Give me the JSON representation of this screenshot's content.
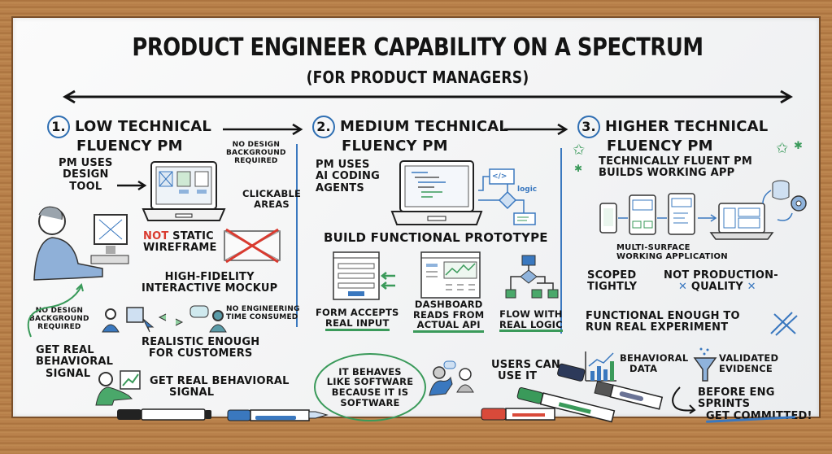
{
  "title": "Product Engineer Capability on a Spectrum",
  "subtitle": "(For Product Managers)",
  "colors": {
    "ink": "#141414",
    "blue": "#2f6fb3",
    "green": "#3a9a5a",
    "red": "#d93a2f",
    "frame_wood": "#b9834e",
    "board": "#f4f5f6"
  },
  "sections": [
    {
      "number": "1.",
      "heading_line1": "Low Technical",
      "heading_line2": "Fluency PM",
      "pm_uses": [
        "PM uses",
        "design",
        "tool"
      ],
      "callout_no_design": [
        "No design",
        "background",
        "required"
      ],
      "callout_clickable": [
        "Clickable",
        "areas"
      ],
      "not_label": "Not",
      "static_wireframe": [
        "static",
        "wireframe"
      ],
      "mockup": [
        "High-fidelity",
        "interactive mockup"
      ],
      "no_design_left": [
        "No design",
        "background",
        "required"
      ],
      "no_engineering": [
        "No engineering",
        "time consumed"
      ],
      "get_signal_left": [
        "Get real",
        "behavioral",
        "signal"
      ],
      "realistic": [
        "Realistic enough",
        "for customers"
      ],
      "get_signal": [
        "Get real behavioral",
        "signal"
      ]
    },
    {
      "number": "2.",
      "heading_line1": "Medium Technical",
      "heading_line2": "Fluency PM",
      "pm_uses": [
        "PM uses",
        "AI coding",
        "agents"
      ],
      "code_tag": "</>",
      "logic_label": "logic",
      "build": "Build functional prototype",
      "prototypes": [
        {
          "label": [
            "Form accepts",
            "real input"
          ]
        },
        {
          "label": [
            "Dashboard",
            "reads from",
            "actual API"
          ]
        },
        {
          "label": [
            "Flow with",
            "real logic"
          ]
        }
      ],
      "bubble": [
        "It behaves",
        "like software",
        "because it is",
        "software"
      ],
      "users": [
        "Users can",
        "use it"
      ]
    },
    {
      "number": "3.",
      "heading_line1": "Higher Technical",
      "heading_line2": "Fluency PM",
      "builds": [
        "Technically fluent PM",
        "builds working app"
      ],
      "multi_surface": [
        "Multi-surface",
        "working application"
      ],
      "scoped": [
        "Scoped",
        "tightly"
      ],
      "not_production": [
        "Not production-",
        "quality"
      ],
      "functional": [
        "Functional enough to",
        "run real experiment"
      ],
      "behavioral_data": [
        "Behavioral",
        "data"
      ],
      "validated": [
        "Validated",
        "evidence"
      ],
      "before": [
        "Before eng sprints",
        "get committed!"
      ]
    }
  ]
}
